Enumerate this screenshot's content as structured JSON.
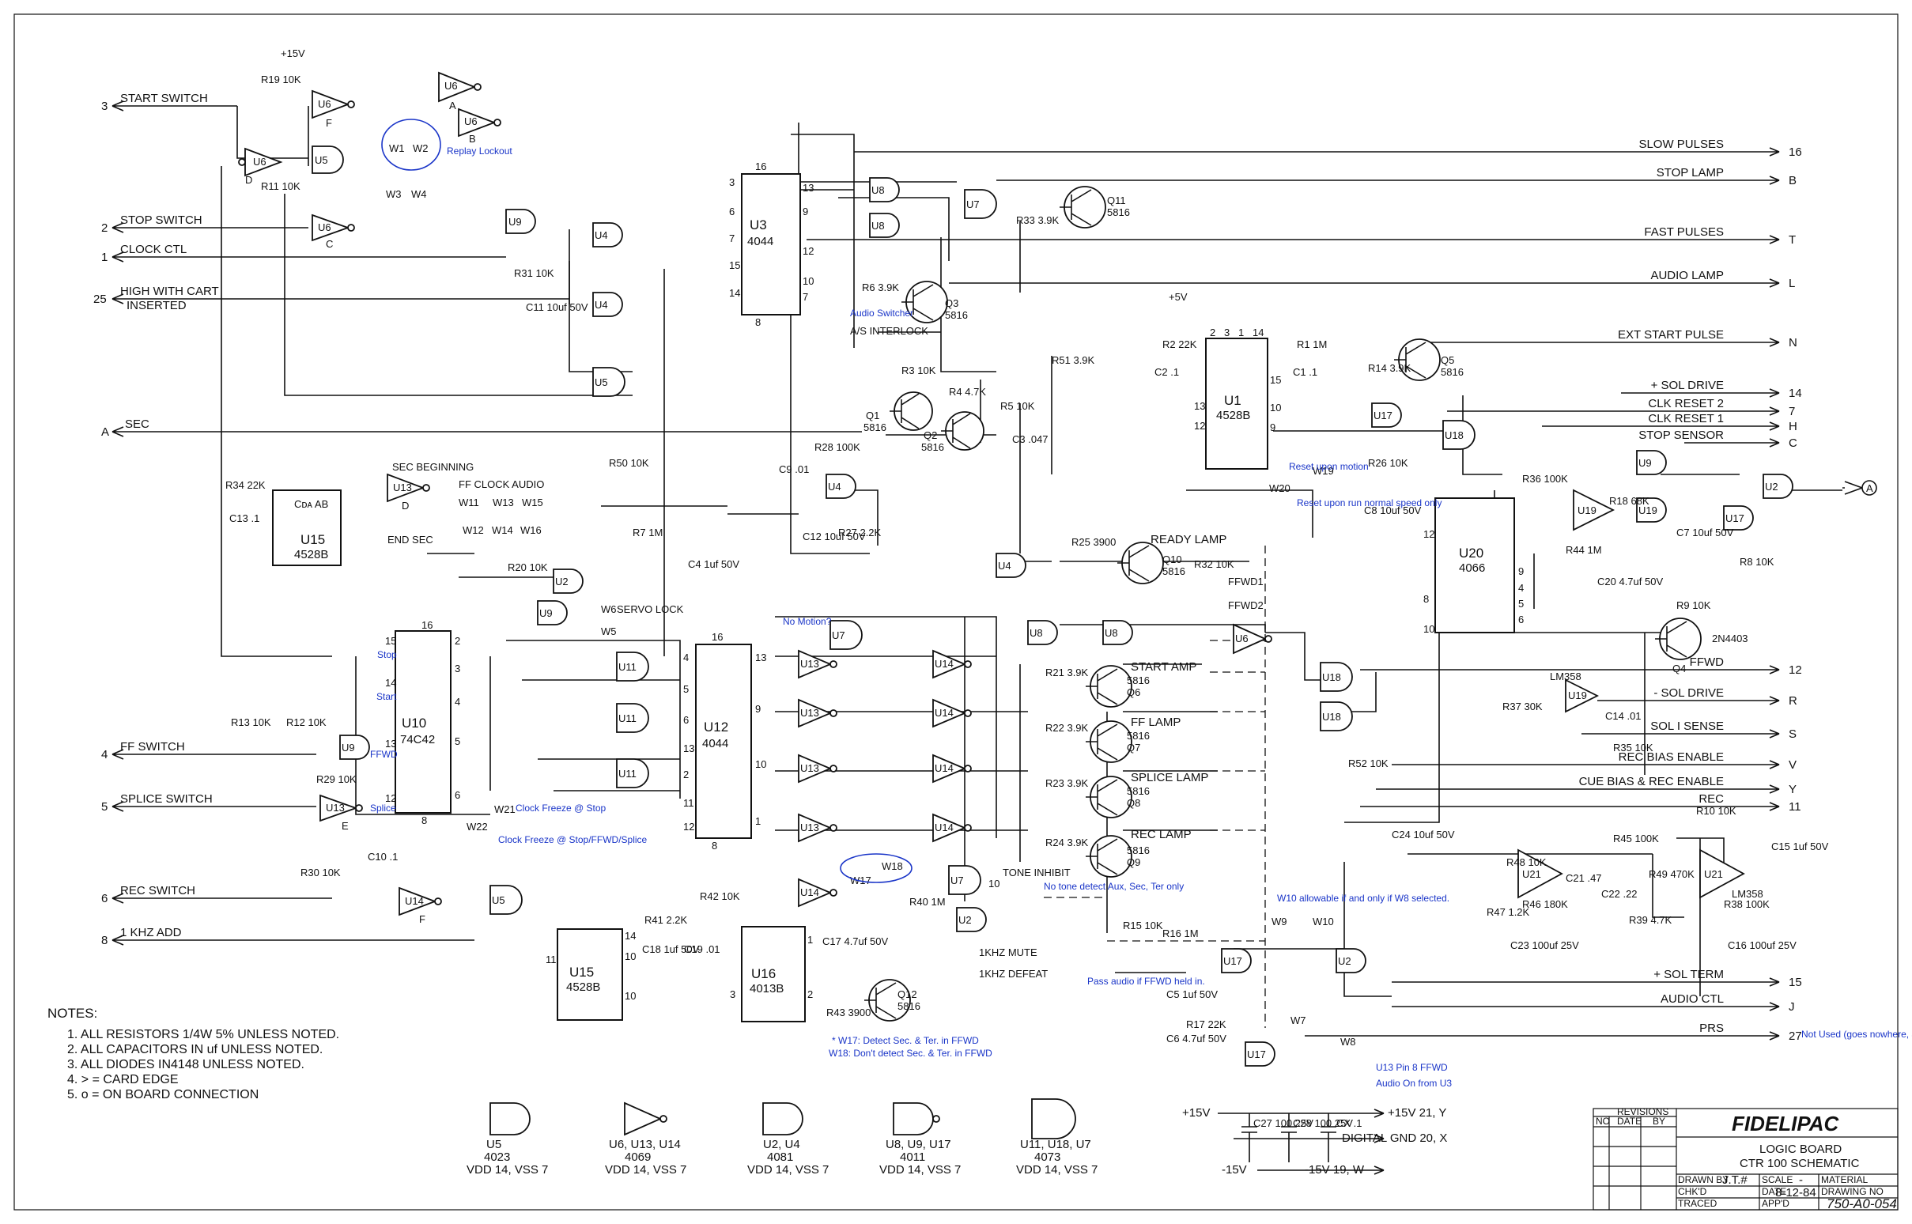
{
  "signals_left": [
    "START SWITCH",
    "STOP SWITCH",
    "CLOCK CTL",
    "HIGH WITH CART",
    "INSERTED",
    "SEC",
    "FF SWITCH",
    "SPLICE SWITCH",
    "REC SWITCH",
    "1 KHZ ADD"
  ],
  "pins_left": [
    "3",
    "2",
    "1",
    "25",
    "A",
    "4",
    "5",
    "6",
    "8"
  ],
  "signals_right": [
    "SLOW PULSES",
    "STOP LAMP",
    "FAST PULSES",
    "AUDIO LAMP",
    "EXT START PULSE",
    "+ SOL DRIVE",
    "CLK RESET 2",
    "CLK RESET 1",
    "STOP SENSOR",
    "FFWD",
    "- SOL DRIVE",
    "SOL I SENSE",
    "REC BIAS ENABLE",
    "CUE BIAS & REC ENABLE",
    "REC",
    "+ SOL TERM",
    "AUDIO CTL",
    "PRS"
  ],
  "pins_right": [
    "16",
    "B",
    "T",
    "L",
    "N",
    "14",
    "7",
    "H",
    "C",
    "12",
    "R",
    "S",
    "V",
    "Y",
    "11",
    "15",
    "J",
    "27"
  ],
  "chips": {
    "u10": {
      "name": "U10",
      "type": "74C42"
    },
    "u3": {
      "name": "U3",
      "type": "4044"
    },
    "u12": {
      "name": "U12",
      "type": "4044"
    },
    "u1": {
      "name": "U1",
      "type": "4528B"
    },
    "u15a": {
      "name": "U15",
      "type": "4528B"
    },
    "u15b": {
      "name": "U15",
      "type": "4528B"
    },
    "u16": {
      "name": "U16",
      "type": "4013B"
    },
    "u20": {
      "name": "U20",
      "type": "4066"
    }
  },
  "transistors": [
    {
      "name": "Q11",
      "type": "5816"
    },
    {
      "name": "Q3",
      "type": "5816"
    },
    {
      "name": "Q1",
      "type": "5816"
    },
    {
      "name": "Q2",
      "type": "5816"
    },
    {
      "name": "Q5",
      "type": "5816"
    },
    {
      "name": "Q10",
      "type": "5816"
    },
    {
      "name": "Q6",
      "type": "5816"
    },
    {
      "name": "Q7",
      "type": "5816"
    },
    {
      "name": "Q8",
      "type": "5816"
    },
    {
      "name": "Q9",
      "type": "5816"
    },
    {
      "name": "Q12",
      "type": "5816"
    },
    {
      "name": "Q4",
      "type": "2N4403"
    }
  ],
  "resistors": [
    "R19 10K",
    "R11 10K",
    "R31 10K",
    "R34 22K",
    "R50 10K",
    "R7 1M",
    "R27 2.2K",
    "R20 10K",
    "R13 10K",
    "R12 10K",
    "R29 10K",
    "R30 10K",
    "R6 3.9K",
    "R3 10K",
    "R4 4.7K",
    "R5 10K",
    "R51 3.9K",
    "R33 3.9K",
    "R28 100K",
    "R25 3900",
    "R32 10K",
    "R21 3.9K",
    "R22 3.9K",
    "R23 3.9K",
    "R24 3.9K",
    "R41 2.2K",
    "R42 10K",
    "R43 3900",
    "R40 1M",
    "R2 22K",
    "R1 1M",
    "R14 3.9K",
    "R26 10K",
    "R36 100K",
    "R44 1M",
    "R18 68K",
    "R8 10K",
    "R9 10K",
    "R37 30K",
    "R35 10K",
    "R52 10K",
    "R10 10K",
    "R45 100K",
    "R48 10K",
    "R49 470K",
    "R47 1.2K",
    "R46 180K",
    "R39 4.7K",
    "R38 100K",
    "R15 10K",
    "R16 1M",
    "R17 22K"
  ],
  "capacitors": [
    "C11 10uf 50V",
    "C13 .1",
    "C4 1uf 50V",
    "C12 10uf 50V",
    "C9 .01",
    "C10 .1",
    "C3 .047",
    "C2 .1",
    "C1 .1",
    "C8 10uf 50V",
    "C7 10uf 50V",
    "C20 4.7uf 50V",
    "C14 .01",
    "C18 1uf 50V",
    "C19 .01",
    "C17 4.7uf 50V",
    "C24 10uf 50V",
    "C21 .47",
    "C22 .22",
    "C23 100uf 25V",
    "C15 1uf 50V",
    "C16 100uf 25V",
    "C5 1uf 50V",
    "C6 4.7uf 50V"
  ],
  "jumpers": [
    "W1",
    "W2",
    "W3",
    "W4",
    "W11",
    "W13",
    "W15",
    "W12",
    "W14",
    "W16",
    "W6",
    "W5",
    "W21",
    "W22",
    "W17",
    "W18",
    "W20",
    "W19",
    "W10",
    "W9",
    "W7",
    "W8"
  ],
  "lamps": [
    "READY LAMP",
    "START AMP",
    "FF LAMP",
    "SPLICE LAMP",
    "REC LAMP"
  ],
  "misc_labels": {
    "ff_clock_audio": "FF CLOCK AUDIO",
    "sec_beginning": "SEC BEGINNING",
    "end_sec": "END SEC",
    "servo_lock": "SERVO LOCK",
    "tone_inhibit": "TONE INHIBIT",
    "khz_mute": "1KHZ MUTE",
    "khz_defeat": "1KHZ DEFEAT",
    "interlock": "A/S INTERLOCK",
    "ffwd1": "FFWD1",
    "ffwd2": "FFWD2",
    "lm358": "LM358",
    "plus15": "+15V",
    "plus5": "+5V",
    "u7_10": "10"
  },
  "annotations": {
    "replay_lockout": "Replay Lockout",
    "audio_switcher": "Audio Switcher",
    "no_motion": "No Motion?",
    "stop": "Stop",
    "start": "Start",
    "ffwd": "FFWD",
    "splice": "Splice",
    "clock_freeze_stop": "Clock Freeze @ Stop",
    "clock_freeze_all": "Clock Freeze @ Stop/FFWD/Splice",
    "reset_motion": "Reset upon motion",
    "reset_run": "Reset upon run normal speed only",
    "no_tone": "No tone detect Aux, Sec, Ter only",
    "w17_note": "* W17: Detect Sec. & Ter. in FFWD",
    "w18_note": "W18: Don't detect Sec. & Ter. in FFWD",
    "w10_note": "W10 allowable if and only if W8 selected.",
    "pass_audio": "Pass audio if FFWD held in.",
    "u13_pin8": "U13 Pin 8 FFWD",
    "audio_on": "Audio On from U3",
    "not_used": "Not Used (goes nowhere, at least on the KALX machines)"
  },
  "notes": {
    "heading": "NOTES:",
    "items": [
      "1.  ALL RESISTORS 1/4W 5% UNLESS NOTED.",
      "2.  ALL CAPACITORS IN uf UNLESS NOTED.",
      "3.  ALL DIODES IN4148 UNLESS NOTED.",
      "4.  > = CARD EDGE",
      "5.  o = ON BOARD CONNECTION"
    ]
  },
  "legend": [
    {
      "parts": "U5",
      "type": "4023",
      "power": "VDD 14, VSS 7"
    },
    {
      "parts": "U6, U13, U14",
      "type": "4069",
      "power": "VDD 14, VSS 7"
    },
    {
      "parts": "U2, U4",
      "type": "4081",
      "power": "VDD 14, VSS 7"
    },
    {
      "parts": "U8, U9, U17",
      "type": "4011",
      "power": "VDD 14, VSS 7"
    },
    {
      "parts": "U11, U18, U7",
      "type": "4073",
      "power": "VDD 14, VSS 7"
    }
  ],
  "power": {
    "plus15": "+15V",
    "plus15_out": "+15V  21, Y",
    "digital_gnd": "DIGITAL GND  20, X",
    "minus15": "-15V",
    "minus15_out": "-15V  19, W",
    "c27": "C27 100 25V",
    "c28": "C28 100 25V",
    "cx": "CX .1"
  },
  "title_block": {
    "revisions": "REVISIONS",
    "no": "NO",
    "date": "DATE",
    "by": "BY",
    "company": "FIDELIPAC",
    "title1": "LOGIC BOARD",
    "title2": "CTR 100 SCHEMATIC",
    "drawn_by": "DRAWN BY",
    "drawn": "J.T.#",
    "scale": "SCALE",
    "scale_v": "-",
    "material": "MATERIAL",
    "chkd": "CHK'D",
    "date_l": "DATE",
    "date_v": "8-12-84",
    "drawing_no": "DRAWING NO",
    "traced": "TRACED",
    "appd": "APP'D",
    "drawing_v": "750-A0-054"
  }
}
